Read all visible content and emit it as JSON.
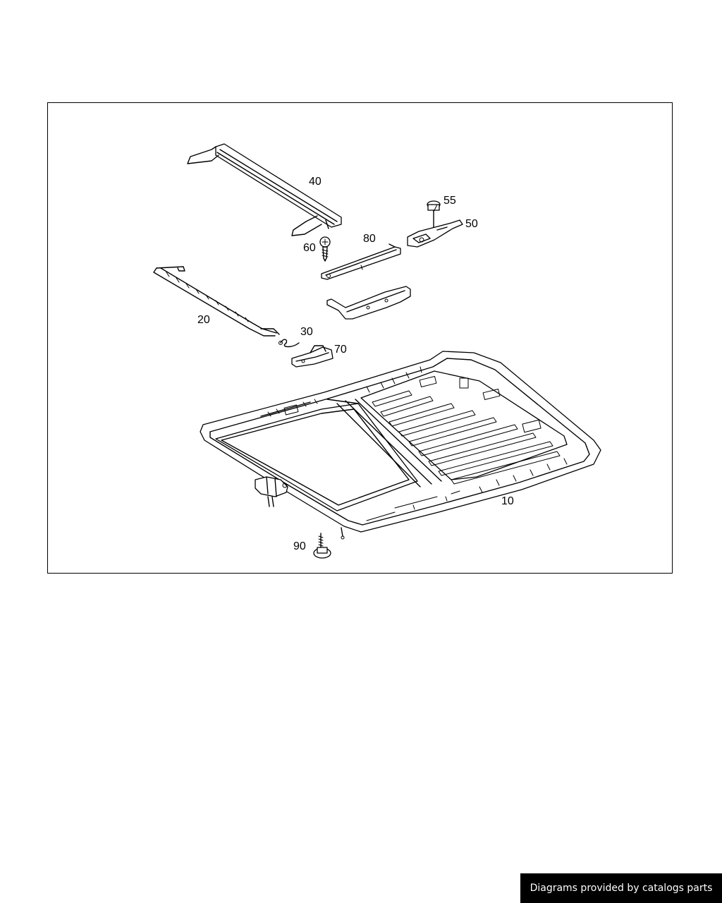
{
  "diagram": {
    "callouts": {
      "p10": "10",
      "p20": "20",
      "p30": "30",
      "p40": "40",
      "p50": "50",
      "p55": "55",
      "p60": "60",
      "p70": "70",
      "p80": "80",
      "p90": "90"
    }
  },
  "footer": {
    "credit": "Diagrams provided by catalogs parts"
  }
}
